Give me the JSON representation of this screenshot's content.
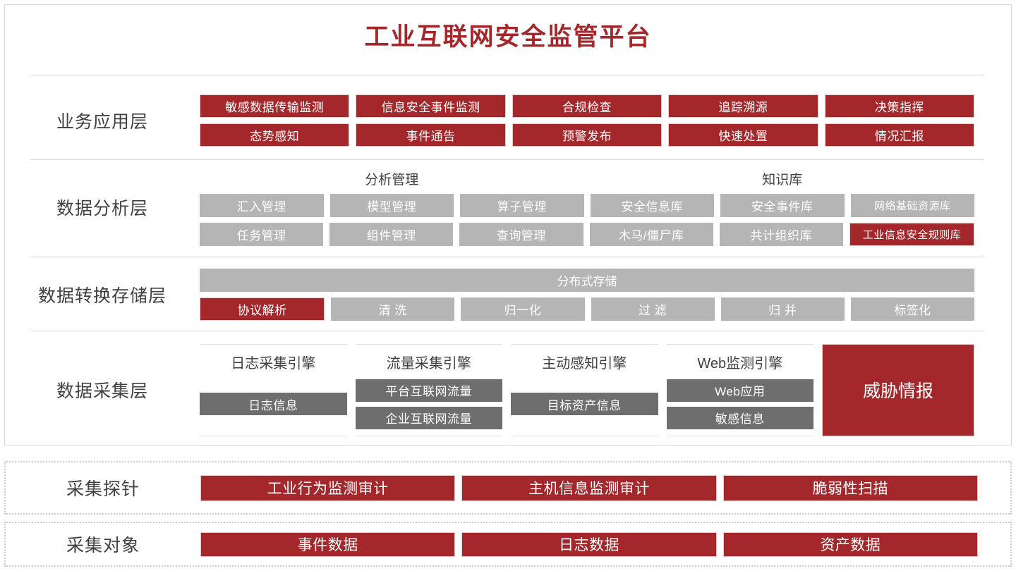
{
  "title": "工业互联网安全监管平台",
  "colors": {
    "accent_red": "#a4282b",
    "card_gray": "#b5b5b5",
    "card_dark_gray": "#6e6e6e",
    "text_dark": "#404040",
    "separator": "#d9d9d9"
  },
  "layers": {
    "business": {
      "label": "业务应用层",
      "rows": [
        [
          "敏感数据传输监测",
          "信息安全事件监测",
          "合规检查",
          "追踪溯源",
          "决策指挥"
        ],
        [
          "态势感知",
          "事件通告",
          "预警发布",
          "快速处置",
          "情况汇报"
        ]
      ]
    },
    "analysis": {
      "label": "数据分析层",
      "groups": [
        {
          "name": "分析管理",
          "span": 3
        },
        {
          "name": "知识库",
          "span": 3
        }
      ],
      "rows": [
        [
          {
            "label": "汇入管理",
            "style": "gray"
          },
          {
            "label": "模型管理",
            "style": "gray"
          },
          {
            "label": "算子管理",
            "style": "gray"
          },
          {
            "label": "安全信息库",
            "style": "gray"
          },
          {
            "label": "安全事件库",
            "style": "gray"
          },
          {
            "label": "网络基础资源库",
            "style": "gray"
          }
        ],
        [
          {
            "label": "任务管理",
            "style": "gray"
          },
          {
            "label": "组件管理",
            "style": "gray"
          },
          {
            "label": "查询管理",
            "style": "gray"
          },
          {
            "label": "木马/僵尸库",
            "style": "gray"
          },
          {
            "label": "共计组织库",
            "style": "gray"
          },
          {
            "label": "工业信息安全规则库",
            "style": "red"
          }
        ]
      ]
    },
    "storage": {
      "label": "数据转换存储层",
      "full_bar": "分布式存储",
      "row": [
        {
          "label": "协议解析",
          "style": "red"
        },
        {
          "label": "清 洗",
          "style": "gray"
        },
        {
          "label": "归一化",
          "style": "gray"
        },
        {
          "label": "过 滤",
          "style": "gray"
        },
        {
          "label": "归 并",
          "style": "gray"
        },
        {
          "label": "标签化",
          "style": "gray"
        }
      ]
    },
    "collect": {
      "label": "数据采集层",
      "engines": [
        {
          "name": "日志采集引擎",
          "items": [
            "日志信息"
          ]
        },
        {
          "name": "流量采集引擎",
          "items": [
            "平台互联网流量",
            "企业互联网流量"
          ]
        },
        {
          "name": "主动感知引擎",
          "items": [
            "目标资产信息"
          ]
        },
        {
          "name": "Web监测引擎",
          "items": [
            "Web应用",
            "敏感信息"
          ]
        }
      ],
      "threat_intel": "威胁情报"
    }
  },
  "sections": {
    "probe": {
      "label": "采集探针",
      "items": [
        "工业行为监测审计",
        "主机信息监测审计",
        "脆弱性扫描"
      ]
    },
    "object": {
      "label": "采集对象",
      "items": [
        "事件数据",
        "日志数据",
        "资产数据"
      ]
    }
  }
}
